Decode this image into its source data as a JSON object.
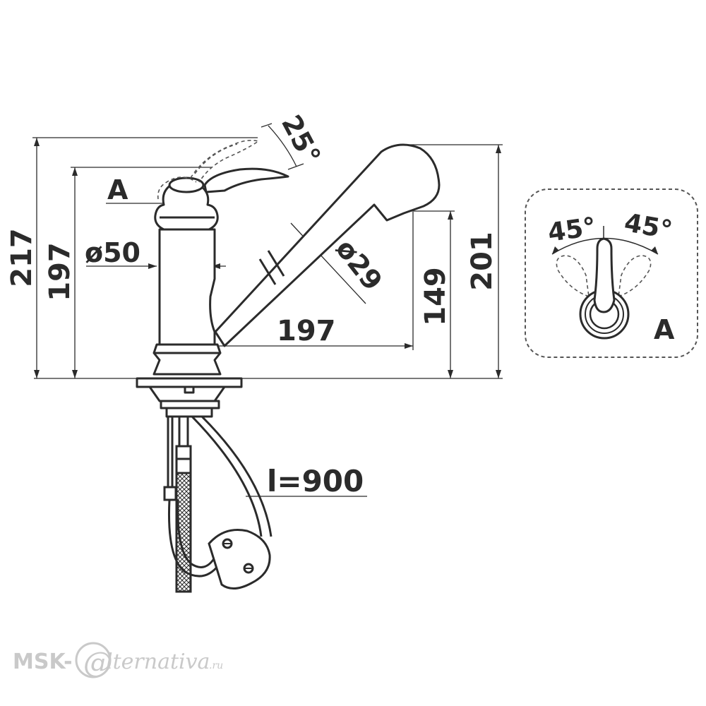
{
  "drawing": {
    "labels": {
      "height_total": "217",
      "height_handle": "197",
      "height_spout_top": "201",
      "height_spout_outlet": "149",
      "reach": "197",
      "diameter_body": "ø50",
      "diameter_spout": "ø29",
      "tilt_angle": "25°",
      "view_marker": "A",
      "hose_length": "l=900"
    },
    "detail_view": {
      "angle_left": "45°",
      "angle_right": "45°",
      "view_marker": "A"
    }
  },
  "watermark": {
    "prefix": "MSK-",
    "script": "lternativa",
    "suffix": ".ru"
  },
  "colors": {
    "line": "#2b2b2b",
    "dashed": "#555555",
    "watermark": "#c9c9c9"
  }
}
